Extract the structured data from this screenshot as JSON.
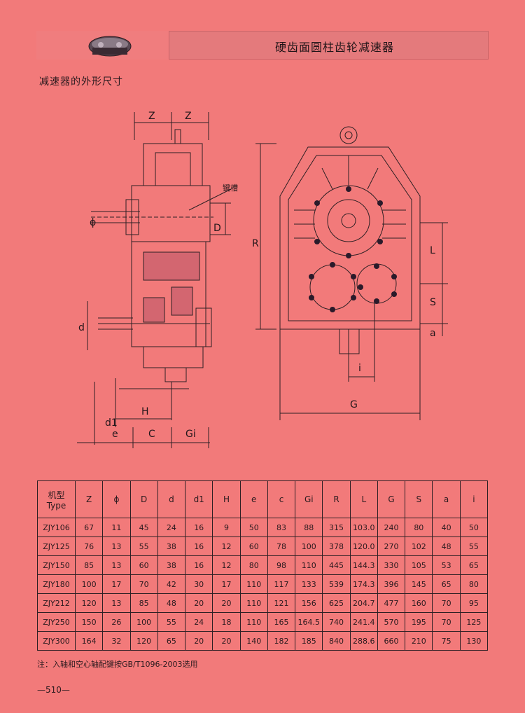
{
  "header": {
    "title": "硬齿面圆柱齿轮减速器"
  },
  "section_title": "减速器的外形尺寸",
  "drawing_labels": {
    "z_left": "Z",
    "z_right": "Z",
    "keyway": "键槽",
    "phi": "ϕ",
    "D": "D",
    "d": "d",
    "H": "H",
    "d1": "d1",
    "e": "e",
    "C": "C",
    "Gi": "Gi",
    "R": "R",
    "L": "L",
    "S": "S",
    "a": "a",
    "i": "i",
    "G": "G"
  },
  "table": {
    "columns": [
      {
        "top": "机型",
        "bottom": "Type"
      },
      {
        "top": "Z"
      },
      {
        "top": "ϕ"
      },
      {
        "top": "D"
      },
      {
        "top": "d"
      },
      {
        "top": "d1"
      },
      {
        "top": "H"
      },
      {
        "top": "e"
      },
      {
        "top": "c"
      },
      {
        "top": "Gi"
      },
      {
        "top": "R"
      },
      {
        "top": "L"
      },
      {
        "top": "G"
      },
      {
        "top": "S"
      },
      {
        "top": "a"
      },
      {
        "top": "i"
      }
    ],
    "rows": [
      [
        "ZJY106",
        "67",
        "11",
        "45",
        "24",
        "16",
        "9",
        "50",
        "83",
        "88",
        "315",
        "103.0",
        "240",
        "80",
        "40",
        "50"
      ],
      [
        "ZJY125",
        "76",
        "13",
        "55",
        "38",
        "16",
        "12",
        "60",
        "78",
        "100",
        "378",
        "120.0",
        "270",
        "102",
        "48",
        "55"
      ],
      [
        "ZJY150",
        "85",
        "13",
        "60",
        "38",
        "16",
        "12",
        "80",
        "98",
        "110",
        "445",
        "144.3",
        "330",
        "105",
        "53",
        "65"
      ],
      [
        "ZJY180",
        "100",
        "17",
        "70",
        "42",
        "30",
        "17",
        "110",
        "117",
        "133",
        "539",
        "174.3",
        "396",
        "145",
        "65",
        "80"
      ],
      [
        "ZJY212",
        "120",
        "13",
        "85",
        "48",
        "20",
        "20",
        "110",
        "121",
        "156",
        "625",
        "204.7",
        "477",
        "160",
        "70",
        "95"
      ],
      [
        "ZJY250",
        "150",
        "26",
        "100",
        "55",
        "24",
        "18",
        "110",
        "165",
        "164.5",
        "740",
        "241.4",
        "570",
        "195",
        "70",
        "125"
      ],
      [
        "ZJY300",
        "164",
        "32",
        "120",
        "65",
        "20",
        "20",
        "140",
        "182",
        "185",
        "840",
        "288.6",
        "660",
        "210",
        "75",
        "130"
      ]
    ]
  },
  "note": "注：入轴和空心轴配键按GB/T1096-2003选用",
  "page_number": "—510—"
}
